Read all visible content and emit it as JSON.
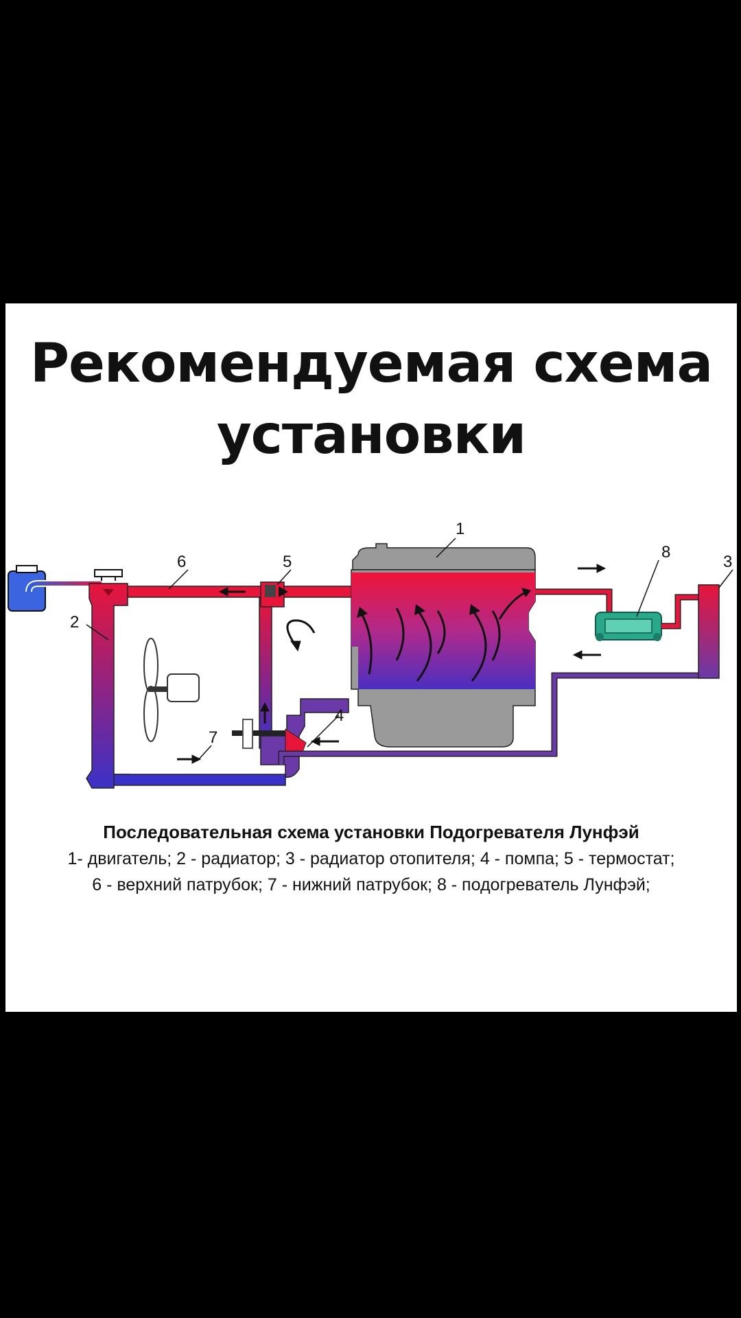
{
  "page": {
    "title_line1": "Рекомендуемая схема",
    "title_line2": "установки"
  },
  "diagram": {
    "labels": {
      "engine": "1",
      "radiator": "2",
      "heater_radiator": "3",
      "pump": "4",
      "thermostat": "5",
      "upper_hose": "6",
      "lower_hose": "7",
      "heater": "8"
    },
    "colors": {
      "hot": "#e8153a",
      "cold": "#3a32c8",
      "engine_block": "#9a9a9a",
      "heater": "#2aa88a"
    }
  },
  "caption": {
    "title": "Последовательная схема установки Подогревателя Лунфэй",
    "line1": "1- двигатель; 2 - радиатор; 3 - радиатор отопителя; 4 - помпа; 5 - термостат;",
    "line2": "6 - верхний патрубок; 7 - нижний патрубок; 8 - подогреватель Лунфэй;"
  }
}
